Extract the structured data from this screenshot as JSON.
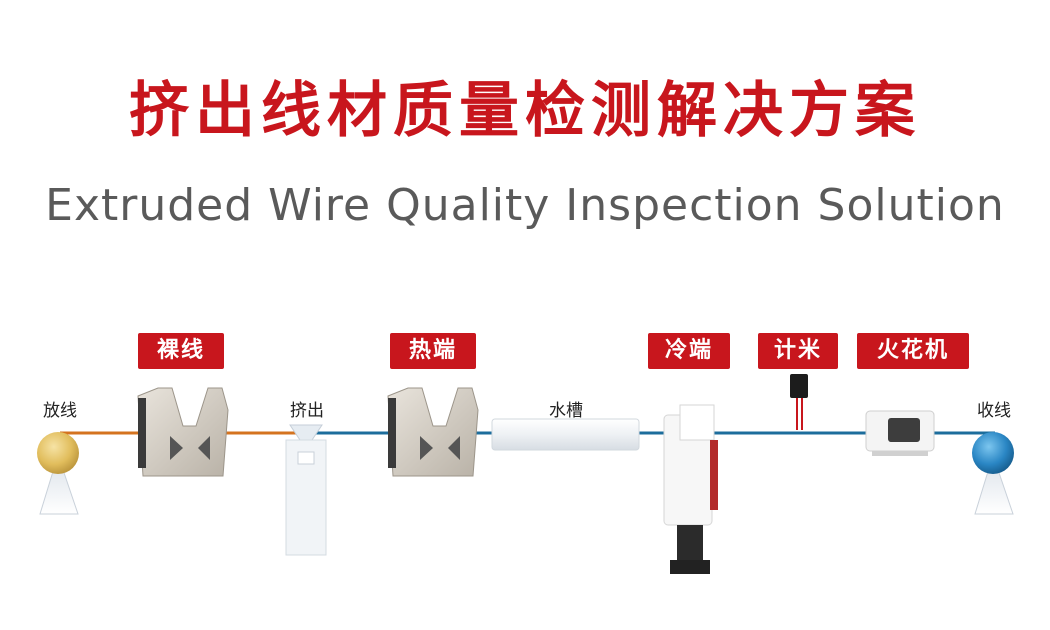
{
  "title": {
    "cn": "挤出线材质量检测解决方案",
    "en": "Extruded Wire Quality Inspection Solution"
  },
  "tags": {
    "bare_wire": "裸线",
    "hot_end": "热端",
    "cold_end": "冷端",
    "meter": "计米",
    "spark": "火花机"
  },
  "labels": {
    "payoff": "放线",
    "extrusion": "挤出",
    "water_trough": "水槽",
    "takeup": "收线"
  },
  "colors": {
    "accent_red": "#c8161d",
    "wire_orange": "#d4731f",
    "wire_blue": "#1c6d9c",
    "text_gray": "#5a5a5a"
  }
}
